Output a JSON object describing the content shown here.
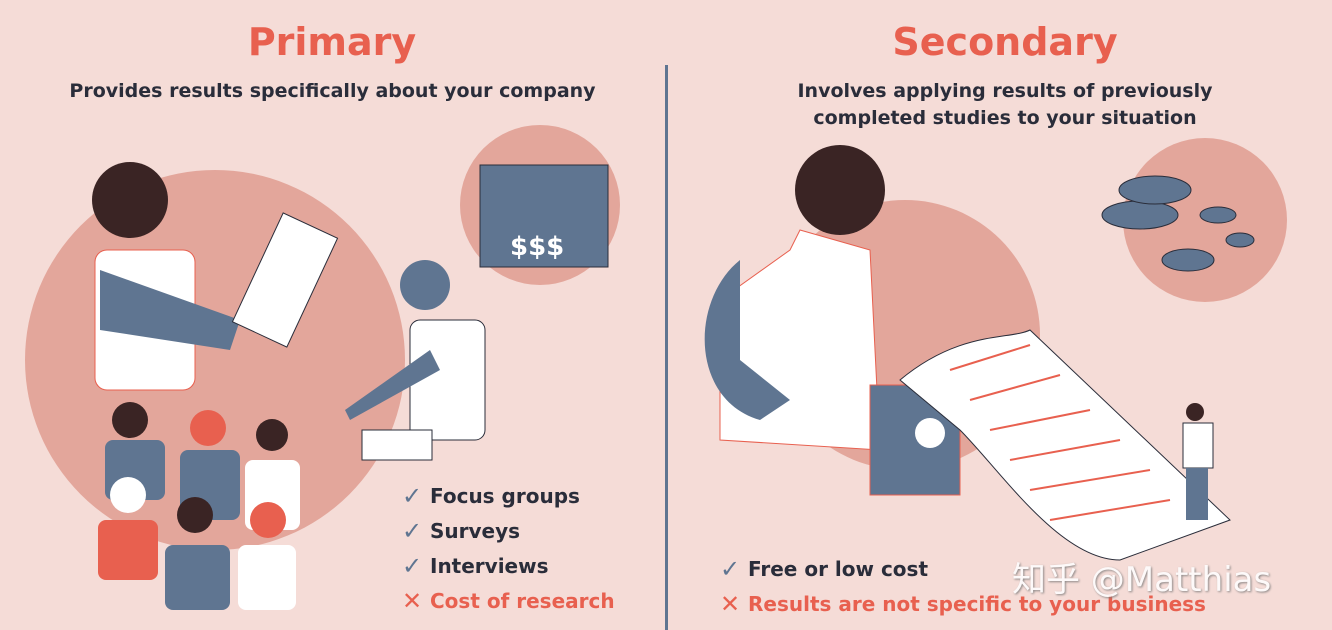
{
  "primary": {
    "title": "Primary",
    "subtitle": "Provides results specifically about your company",
    "pros": [
      "Focus groups",
      "Surveys",
      "Interviews"
    ],
    "cons": [
      "Cost of research"
    ]
  },
  "secondary": {
    "title": "Secondary",
    "subtitle_line1": "Involves applying results of previously",
    "subtitle_line2": "completed studies to your situation",
    "pros": [
      "Free or low cost"
    ],
    "cons": [
      "Results are not specific to your business"
    ]
  },
  "icons": {
    "check": "✓",
    "cross": "✕"
  },
  "watermark": "知乎 @Matthias",
  "colors": {
    "background": "#f5dcd7",
    "accent": "#e8604f",
    "circle": "#e3a69b",
    "slate": "#5f7591",
    "text": "#2a2d3a"
  }
}
